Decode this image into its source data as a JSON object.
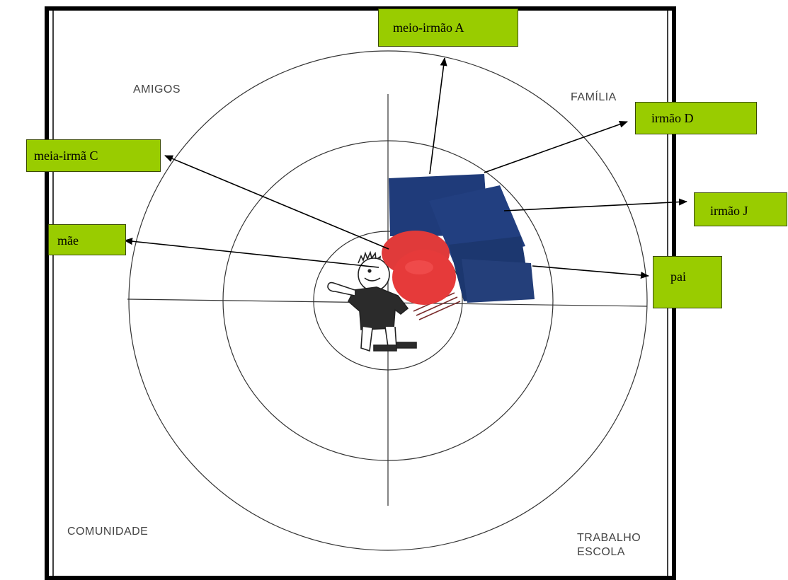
{
  "quadrants": {
    "amigos": "AMIGOS",
    "familia": "FAMÍLIA",
    "comunidade": "COMUNIDADE",
    "trabalho_line1": "TRABALHO",
    "trabalho_line2": "ESCOLA"
  },
  "callouts": {
    "meio_irmao_a": "meio-irmão A",
    "irmao_d": "irmão D",
    "meia_irma_c": "meia-irmã C",
    "irmao_j": "irmão J",
    "mae": "mãe",
    "pai": "pai"
  },
  "colors": {
    "callout_fill": "#99cc00",
    "blue_sticker": "#1f3b7a",
    "red_sticker": "#e03a3a"
  }
}
